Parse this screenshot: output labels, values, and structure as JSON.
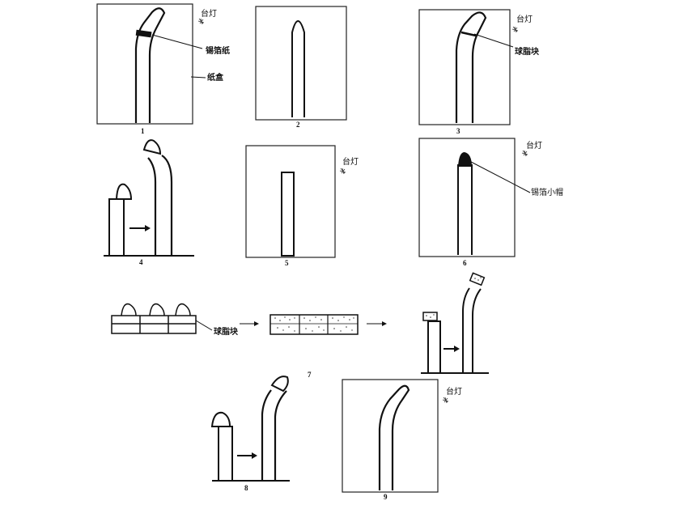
{
  "panels": {
    "p1": {
      "number": "1",
      "lamp": "台灯",
      "foil": "锡箔纸",
      "box": "纸盒"
    },
    "p2": {
      "number": "2"
    },
    "p3": {
      "number": "3",
      "lamp": "台灯",
      "clay": "球脂块"
    },
    "p4": {
      "number": "4"
    },
    "p5": {
      "number": "5",
      "lamp": "台灯"
    },
    "p6": {
      "number": "6",
      "lamp": "台灯",
      "cap": "锡箔小帽"
    },
    "p7": {
      "number": "7",
      "clay": "球脂块"
    },
    "p8": {
      "number": "8"
    },
    "p9": {
      "number": "9",
      "lamp": "台灯"
    }
  }
}
